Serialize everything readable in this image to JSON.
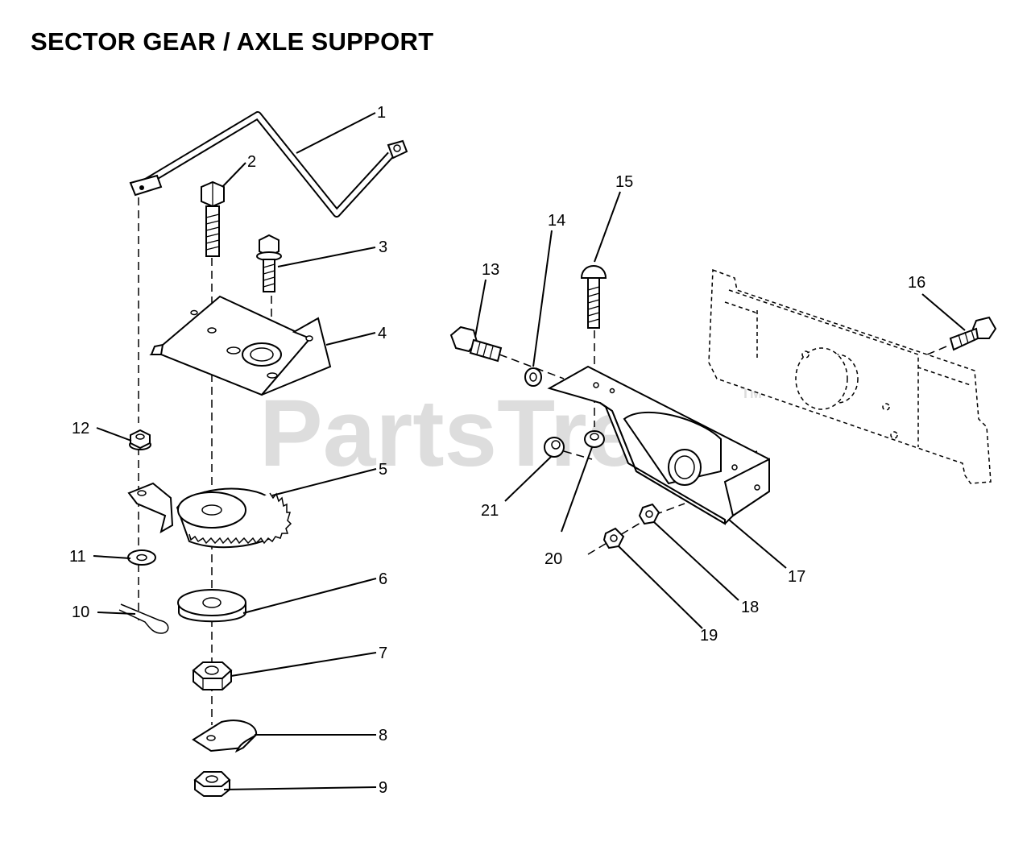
{
  "title": "SECTOR GEAR / AXLE SUPPORT",
  "watermark": {
    "text": "PartsTree",
    "mark": "TM"
  },
  "callouts": [
    "1",
    "2",
    "3",
    "4",
    "5",
    "6",
    "7",
    "8",
    "9",
    "10",
    "11",
    "12",
    "13",
    "14",
    "15",
    "16",
    "17",
    "18",
    "19",
    "20",
    "21"
  ]
}
